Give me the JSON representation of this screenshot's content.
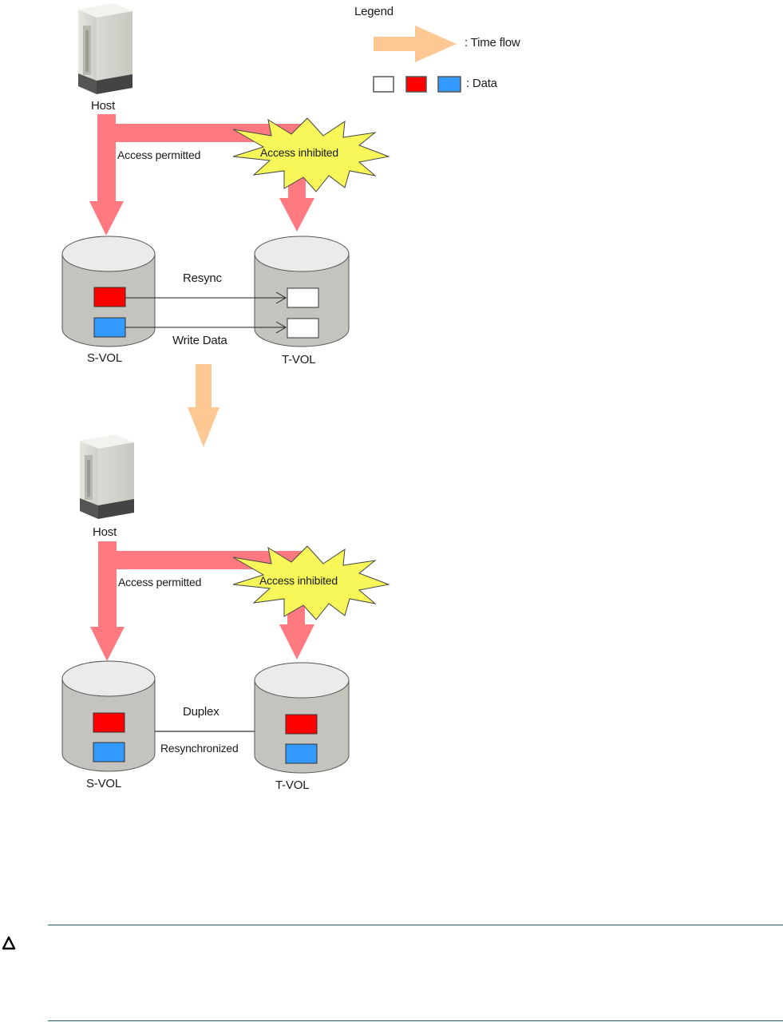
{
  "legend": {
    "title": "Legend",
    "time_flow_label": ": Time flow",
    "data_label": ": Data",
    "colors": {
      "time_flow": "#fdc893",
      "data_white": "#ffffff",
      "data_red": "#ff0000",
      "data_blue": "#3399ff"
    }
  },
  "panels": [
    {
      "host_label": "Host",
      "access_permitted_label": "Access permitted",
      "access_inhibited_label": "Access inhibited",
      "svol_label": "S-VOL",
      "tvol_label": "T-VOL",
      "link_top_label": "Resync",
      "link_bottom_label": "Write Data",
      "svol_blocks": [
        "red",
        "blue"
      ],
      "tvol_blocks": [
        "white",
        "white"
      ]
    },
    {
      "host_label": "Host",
      "access_permitted_label": "Access permitted",
      "access_inhibited_label": "Access inhibited",
      "svol_label": "S-VOL",
      "tvol_label": "T-VOL",
      "link_top_label": "Duplex",
      "link_bottom_label": "Resynchronized",
      "svol_blocks": [
        "red",
        "blue"
      ],
      "tvol_blocks": [
        "red",
        "blue"
      ]
    }
  ],
  "colors": {
    "access_arrow": "#ff7a80",
    "starburst": "#f7f75a",
    "cylinder_body": "#c4c3bd",
    "cylinder_top": "#ebebeb",
    "rule": "#1f5a8c"
  },
  "caution": {
    "icon": "caution-triangle-icon"
  }
}
